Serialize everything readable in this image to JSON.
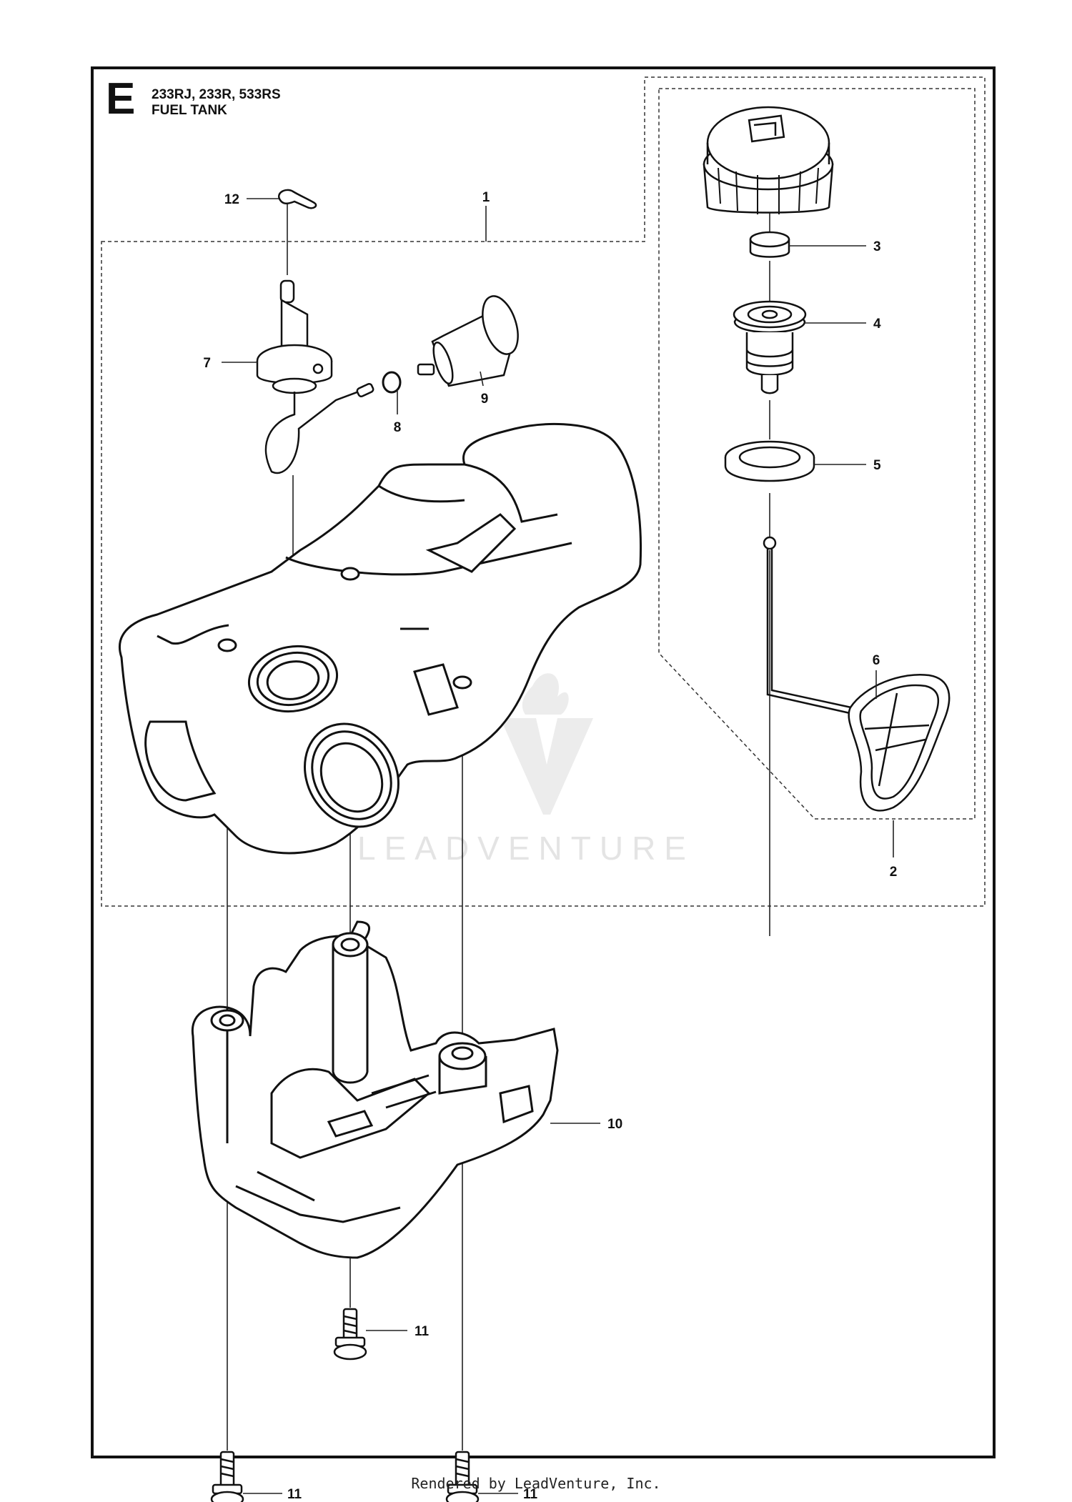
{
  "header": {
    "section_letter": "E",
    "models": "233RJ, 233R, 533RS",
    "title": "FUEL TANK"
  },
  "callouts": {
    "c1": "1",
    "c2": "2",
    "c3": "3",
    "c4": "4",
    "c5": "5",
    "c6": "6",
    "c7": "7",
    "c8": "8",
    "c9": "9",
    "c10": "10",
    "c11": "11",
    "c12": "12"
  },
  "watermark": "LEADVENTURE",
  "footer": "Rendered by LeadVenture, Inc.",
  "colors": {
    "line": "#111111",
    "watermark": "#e4e4e4"
  }
}
